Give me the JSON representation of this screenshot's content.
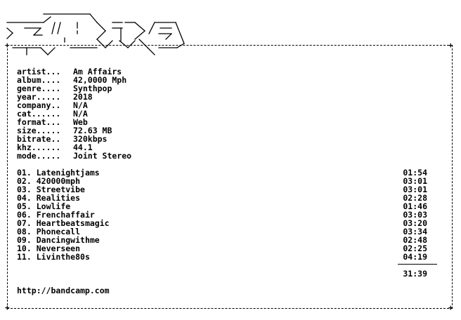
{
  "release": {
    "info": [
      {
        "key": "artist...",
        "value": "Am Affairs"
      },
      {
        "key": "album....",
        "value": "42,0000 Mph"
      },
      {
        "key": "genre....",
        "value": "Synthpop"
      },
      {
        "key": "year.....",
        "value": "2018"
      },
      {
        "key": "company..",
        "value": "N/A"
      },
      {
        "key": "cat......",
        "value": "N/A"
      },
      {
        "key": "format...",
        "value": "Web"
      },
      {
        "key": "size.....",
        "value": "72.63 MB"
      },
      {
        "key": "bitrate..",
        "value": "320kbps"
      },
      {
        "key": "khz......",
        "value": "44.1"
      },
      {
        "key": "mode.....",
        "value": "Joint Stereo"
      }
    ],
    "tracks": [
      {
        "number": "01.",
        "title": "Latenightjams",
        "time": "01:54"
      },
      {
        "number": "02.",
        "title": "420000mph",
        "time": "03:01"
      },
      {
        "number": "03.",
        "title": "Streetvibe",
        "time": "03:01"
      },
      {
        "number": "04.",
        "title": "Realities",
        "time": "02:28"
      },
      {
        "number": "05.",
        "title": "Lowlife",
        "time": "01:46"
      },
      {
        "number": "06.",
        "title": "Frenchaffair",
        "time": "03:03"
      },
      {
        "number": "07.",
        "title": "Heartbeatsmagic",
        "time": "03:20"
      },
      {
        "number": "08.",
        "title": "Phonecall",
        "time": "03:34"
      },
      {
        "number": "09.",
        "title": "Dancingwithme",
        "time": "02:48"
      },
      {
        "number": "10.",
        "title": "Neverseen",
        "time": "02:25"
      },
      {
        "number": "11.",
        "title": "Livinthe80s",
        "time": "04:19"
      }
    ],
    "total_time": "31:39",
    "url": "http://bandcamp.com"
  }
}
